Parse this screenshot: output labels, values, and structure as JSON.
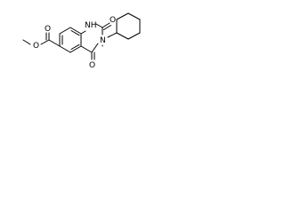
{
  "molecule": {
    "atoms": {
      "nh": "NH",
      "n": "N",
      "o_top": "O",
      "o_bottom": "O",
      "o_ester_carbonyl": "O",
      "o_ester_ether": "O"
    }
  },
  "colors": {
    "bond": "#000000",
    "label": "#000000",
    "background": "#ffffff"
  }
}
